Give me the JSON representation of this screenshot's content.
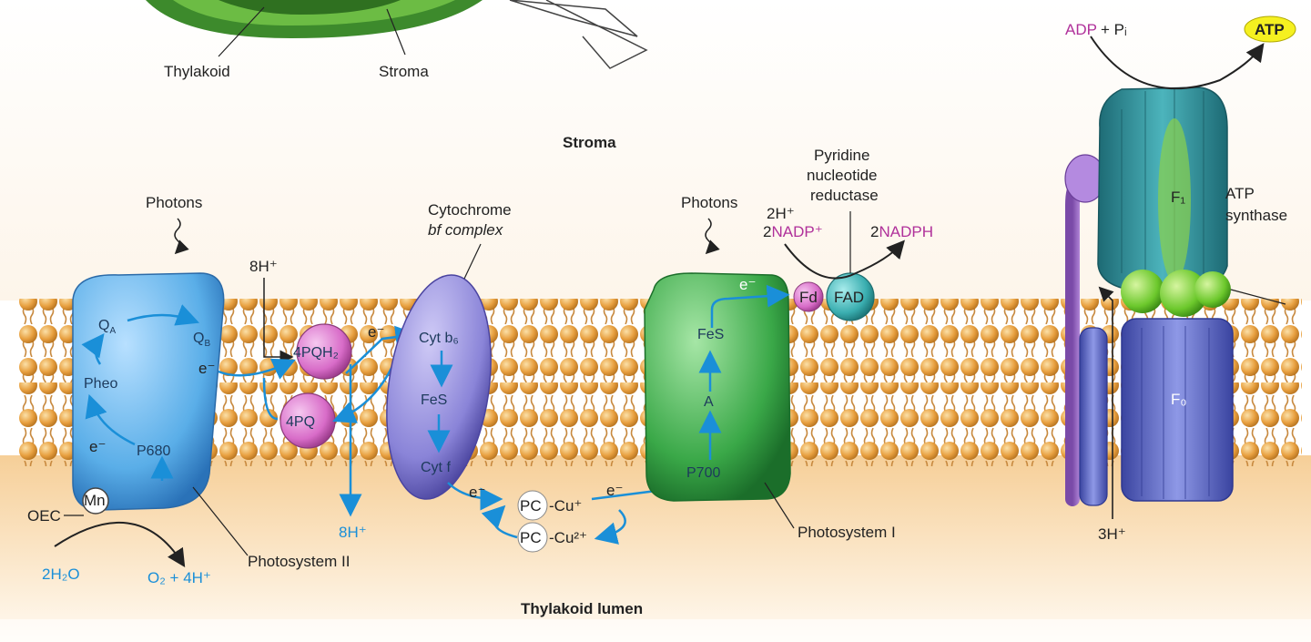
{
  "regions": {
    "stroma_top": "Stroma",
    "stroma": "Stroma",
    "lumen": "Thylakoid lumen",
    "thylakoid": "Thylakoid"
  },
  "ps2": {
    "photons": "Photons",
    "qa": "Q",
    "qa_sub": "A",
    "qb": "Q",
    "qb_sub": "B",
    "pheo": "Pheo",
    "e1": "e⁻",
    "e2": "e⁻",
    "p680": "P680",
    "mn": "Mn",
    "oec": "OEC",
    "water": "2H₂O",
    "products": "O₂ + 4H⁺",
    "name": "Photosystem II"
  },
  "pq": {
    "h_in": "8H⁺",
    "pqh2": "4PQH₂",
    "pq": "4PQ",
    "e": "e⁻",
    "h_out": "8H⁺"
  },
  "cyt": {
    "name_line1": "Cytochrome",
    "name_line2": "bf complex",
    "cytb6": "Cyt b₆",
    "fes": "FeS",
    "cytf": "Cyt f"
  },
  "pc": {
    "e1": "e⁻",
    "e2": "e⁻",
    "pc1": "PC",
    "cu1": "-Cu⁺",
    "pc2": "PC",
    "cu2": "-Cu²⁺"
  },
  "ps1": {
    "photons": "Photons",
    "e": "e⁻",
    "fes": "FeS",
    "a": "A",
    "p700": "P700",
    "name": "Photosystem I"
  },
  "reductase": {
    "line1": "Pyridine",
    "line2": "nucleotide",
    "line3": "reductase",
    "h": "2H⁺",
    "nadp_num": "2",
    "nadp": "NADP⁺",
    "nadph_num": "2",
    "nadph": "NADPH",
    "fd": "Fd",
    "fad": "FAD"
  },
  "atp": {
    "adp": "ADP",
    "plus_pi": "+ Pᵢ",
    "atp": "ATP",
    "f1": "F₁",
    "f0": "F₀",
    "name_line1": "ATP",
    "name_line2": "synthase",
    "h": "3H⁺"
  },
  "colors": {
    "membrane_head": "#e8a040",
    "ps2": "#5aaee8",
    "cyt": "#8a84d8",
    "ps1": "#3aa848",
    "pq": "#d86cc8",
    "atp_f1": "#2f8f9a",
    "atp_f0": "#5c68c4",
    "arrow_blue": "#1a8fd8",
    "text_magenta": "#b0309a",
    "atp_badge": "#f5f020"
  }
}
